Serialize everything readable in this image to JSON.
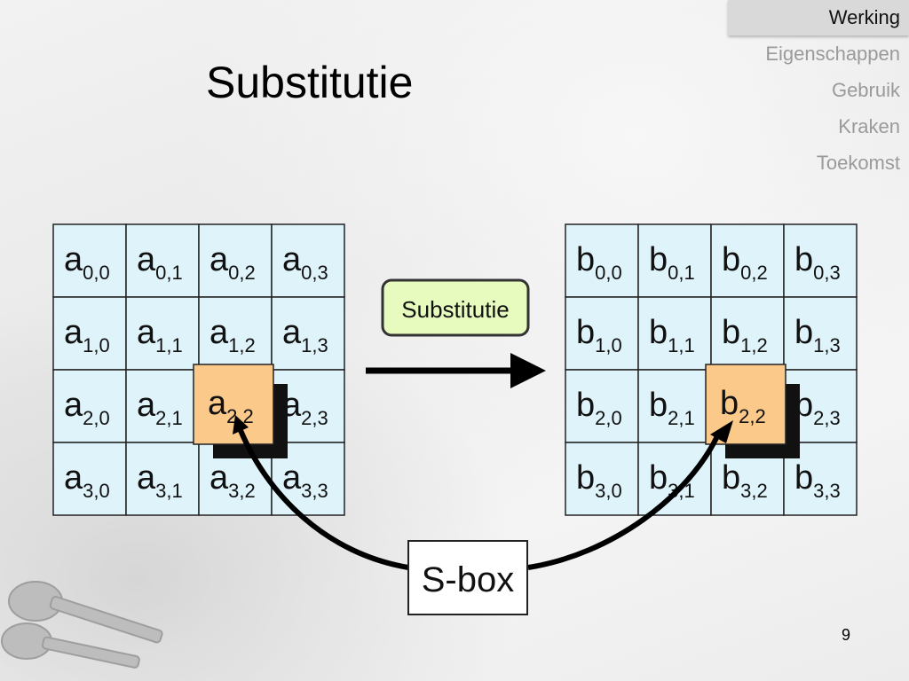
{
  "nav": {
    "items": [
      {
        "label": "Werking",
        "active": true
      },
      {
        "label": "Eigenschappen",
        "active": false
      },
      {
        "label": "Gebruik",
        "active": false
      },
      {
        "label": "Kraken",
        "active": false
      },
      {
        "label": "Toekomst",
        "active": false
      }
    ]
  },
  "slide": {
    "title": "Substitutie",
    "page_number": "9"
  },
  "diagram": {
    "operation_label": "Substitutie",
    "sbox_label": "S-box",
    "input_matrix": {
      "letter": "a",
      "cells": [
        [
          "0,0",
          "0,1",
          "0,2",
          "0,3"
        ],
        [
          "1,0",
          "1,1",
          "1,2",
          "1,3"
        ],
        [
          "2,0",
          "2,1",
          "2,2",
          "2,3"
        ],
        [
          "3,0",
          "3,1",
          "3,2",
          "3,3"
        ]
      ],
      "highlight": "2,2"
    },
    "output_matrix": {
      "letter": "b",
      "cells": [
        [
          "0,0",
          "0,1",
          "0,2",
          "0,3"
        ],
        [
          "1,0",
          "1,1",
          "1,2",
          "1,3"
        ],
        [
          "2,0",
          "2,1",
          "2,2",
          "2,3"
        ],
        [
          "3,0",
          "3,1",
          "3,2",
          "3,3"
        ]
      ],
      "highlight": "2,2"
    },
    "colors": {
      "cell_fill": "#dff3fb",
      "highlight_fill": "#fbc98a",
      "op_fill": "#e6fbbd",
      "arrow": "#000000"
    }
  }
}
